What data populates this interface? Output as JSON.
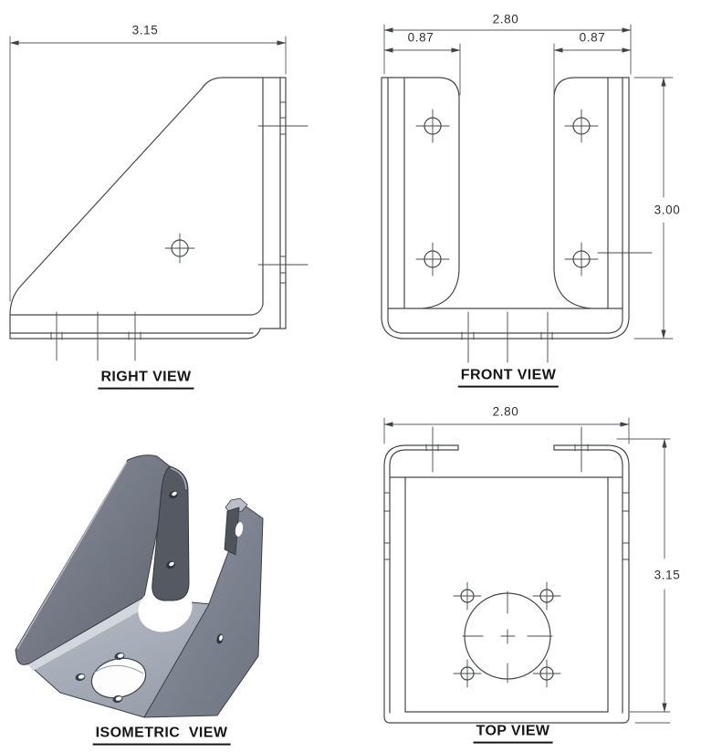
{
  "drawing": {
    "views": {
      "right": {
        "label": "RIGHT VIEW",
        "width_dim": "3.15"
      },
      "front": {
        "label": "FRONT VIEW",
        "overall_width_dim": "2.80",
        "left_flange_dim": "0.87",
        "right_flange_dim": "0.87",
        "height_dim": "3.00"
      },
      "isometric": {
        "label": "ISOMETRIC  VIEW"
      },
      "top": {
        "label": "TOP VIEW",
        "width_dim": "2.80",
        "depth_dim": "3.15"
      }
    },
    "colors": {
      "part_line": "#45484d",
      "dim_line": "#55585c",
      "dim_text": "#2e2f31",
      "label_text": "#161616",
      "metal_light": "#b4bac6",
      "metal_mid": "#79808d",
      "metal_dark": "#535862",
      "highlight": "#d2d6dd"
    }
  }
}
